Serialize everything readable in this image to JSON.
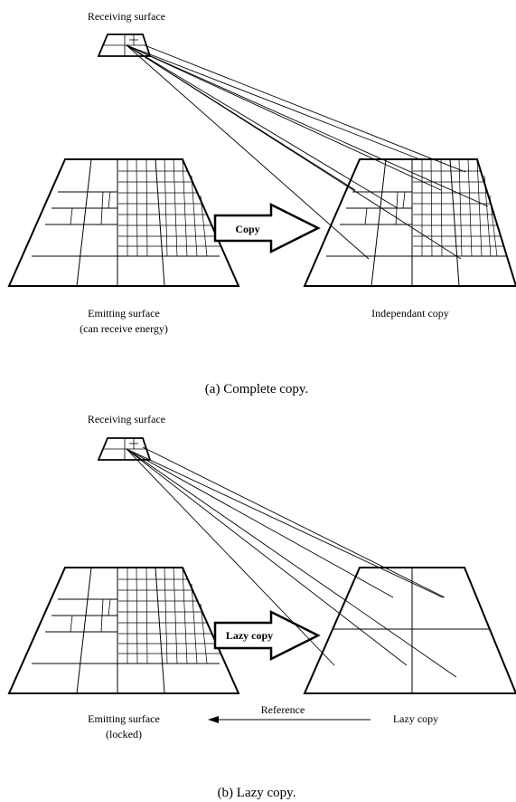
{
  "panel_a": {
    "receiving_label": "Receiving surface",
    "arrow_label": "Copy",
    "emitting_label_line1": "Emitting surface",
    "emitting_label_line2": "(can receive energy)",
    "copy_label": "Independant copy",
    "caption": "(a) Complete copy."
  },
  "panel_b": {
    "receiving_label": "Receiving surface",
    "arrow_label": "Lazy copy",
    "emitting_label_line1": "Emitting surface",
    "emitting_label_line2": "(locked)",
    "reference_label": "Reference",
    "copy_label": "Lazy copy",
    "caption": "(b) Lazy copy."
  }
}
